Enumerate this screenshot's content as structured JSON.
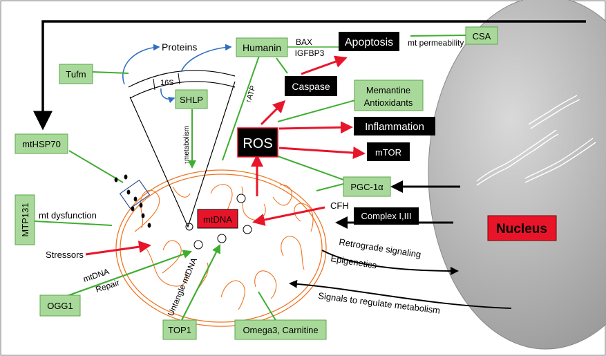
{
  "colors": {
    "green_box_fill": "#a9d99a",
    "green_box_stroke": "#5aa64a",
    "green_line": "#3fae2f",
    "black_box_fill": "#000000",
    "red_arrow": "#e8152a",
    "orange_mito": "#f07522",
    "blue_arrow": "#2f6fc1",
    "nucleus_fill": "#bdbdbd"
  },
  "labels": {
    "tufm": "Tufm",
    "proteins": "Proteins",
    "humanin": "Humanin",
    "bax": "BAX",
    "igfbp3": "IGFBP3",
    "apoptosis": "Apoptosis",
    "mt_permeability": "mt permeability",
    "csa": "CSA",
    "caspase": "Caspase",
    "memantine": "Memantine",
    "antioxidants": "Antioxidants",
    "inflammation": "Inflammation",
    "mtor": "mTOR",
    "ros": "ROS",
    "s16": "16S",
    "shlp": "SHLP",
    "atp": "↑ATP",
    "metabolism": "↑metabolism",
    "mthsp70": "mtHSP70",
    "pgc1a": "PGC-1α",
    "mtp131": "MTP131",
    "mt_dysfunction": "mt dysfunction",
    "mtdna": "mtDNA",
    "cfh": "CFH",
    "complex": "Complex I,III",
    "nucleus": "Nucleus",
    "stressors": "Stressors",
    "retrograde": "Retrograde signaling",
    "epigenetics": "Epigenetics",
    "mtdna_repair_1": "mtDNA",
    "mtdna_repair_2": "Repair",
    "ogg1": "OGG1",
    "untangle": "Untangle mtDNA",
    "top1": "TOP1",
    "omega": "Omega3, Carnitine",
    "signals": "Signals to regulate metabolism"
  }
}
